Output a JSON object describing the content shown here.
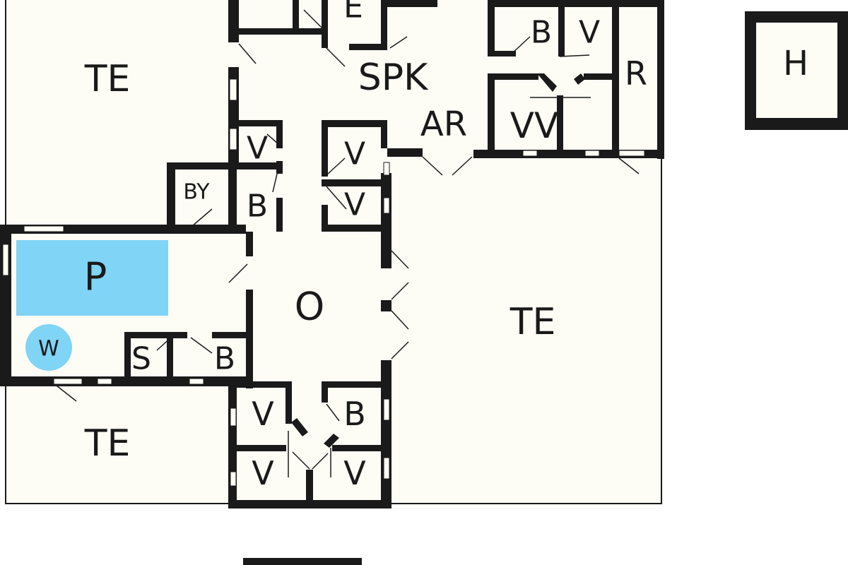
{
  "colors": {
    "background": "#ffffff",
    "floor": "#fdfdf6",
    "wall": "#1a1a1a",
    "pool": "#80d4f6",
    "whirlpool": "#80d4f6"
  },
  "rooms": {
    "te_nw": "TE",
    "te_sw": "TE",
    "te_east": "TE",
    "e": "E",
    "spk": "SPK",
    "ar": "AR",
    "b_ne": "B",
    "v_ne": "V",
    "r": "R",
    "vv": "VV",
    "h": "H",
    "v_west_upper": "V",
    "v_mid_upper": "V",
    "v_mid_lower": "V",
    "by": "BY",
    "b_west_upper": "B",
    "pool": "P",
    "whirlpool": "W",
    "s": "S",
    "b_pool": "B",
    "o": "O",
    "v_sw_upper": "V",
    "b_se": "B",
    "v_sw_lower": "V",
    "v_se_lower": "V"
  }
}
